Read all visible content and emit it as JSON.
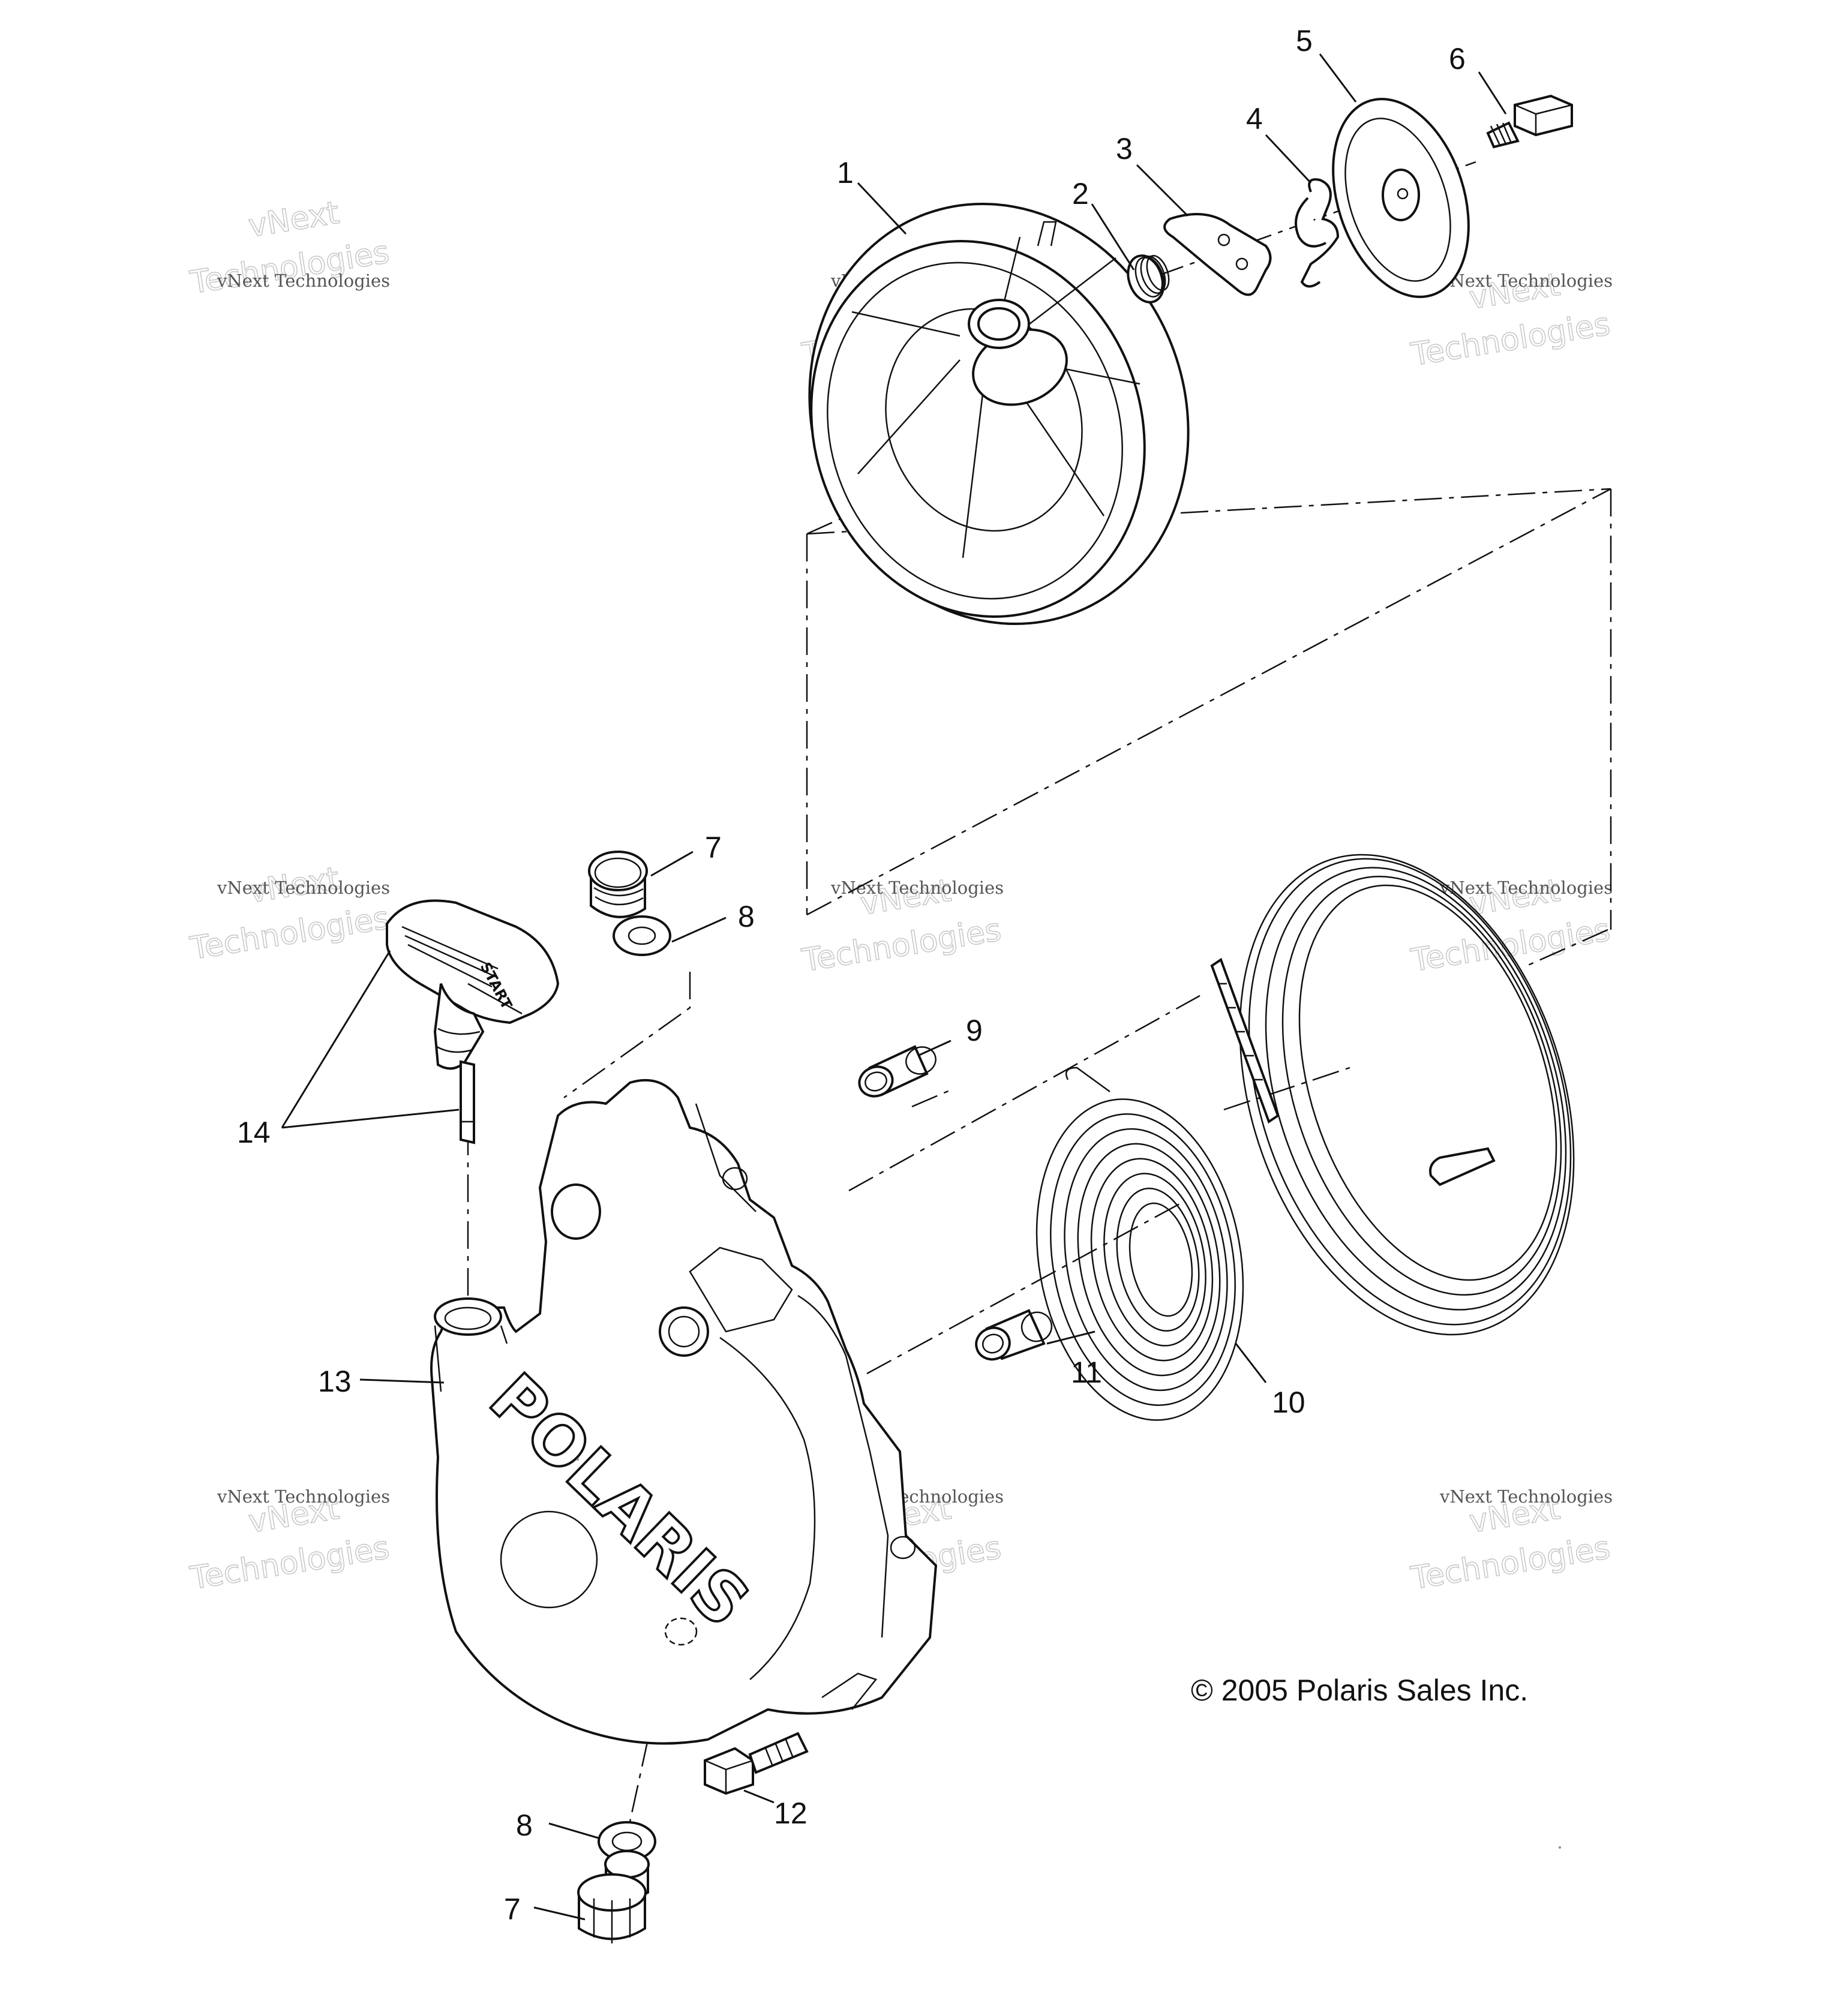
{
  "diagram": {
    "copyright": "© 2005 Polaris Sales Inc.",
    "watermark": {
      "line1": "vNext Technologies",
      "line2": "vNext",
      "line3": "Technologies"
    },
    "logo_text": "POLARIS",
    "knob_text": "START",
    "callouts": {
      "c1": "1",
      "c2": "2",
      "c3": "3",
      "c4": "4",
      "c5": "5",
      "c6": "6",
      "c7a": "7",
      "c8a": "8",
      "c9": "9",
      "c10": "10",
      "c11": "11",
      "c12": "12",
      "c13": "13",
      "c14": "14",
      "c8b": "8",
      "c7b": "7"
    }
  }
}
